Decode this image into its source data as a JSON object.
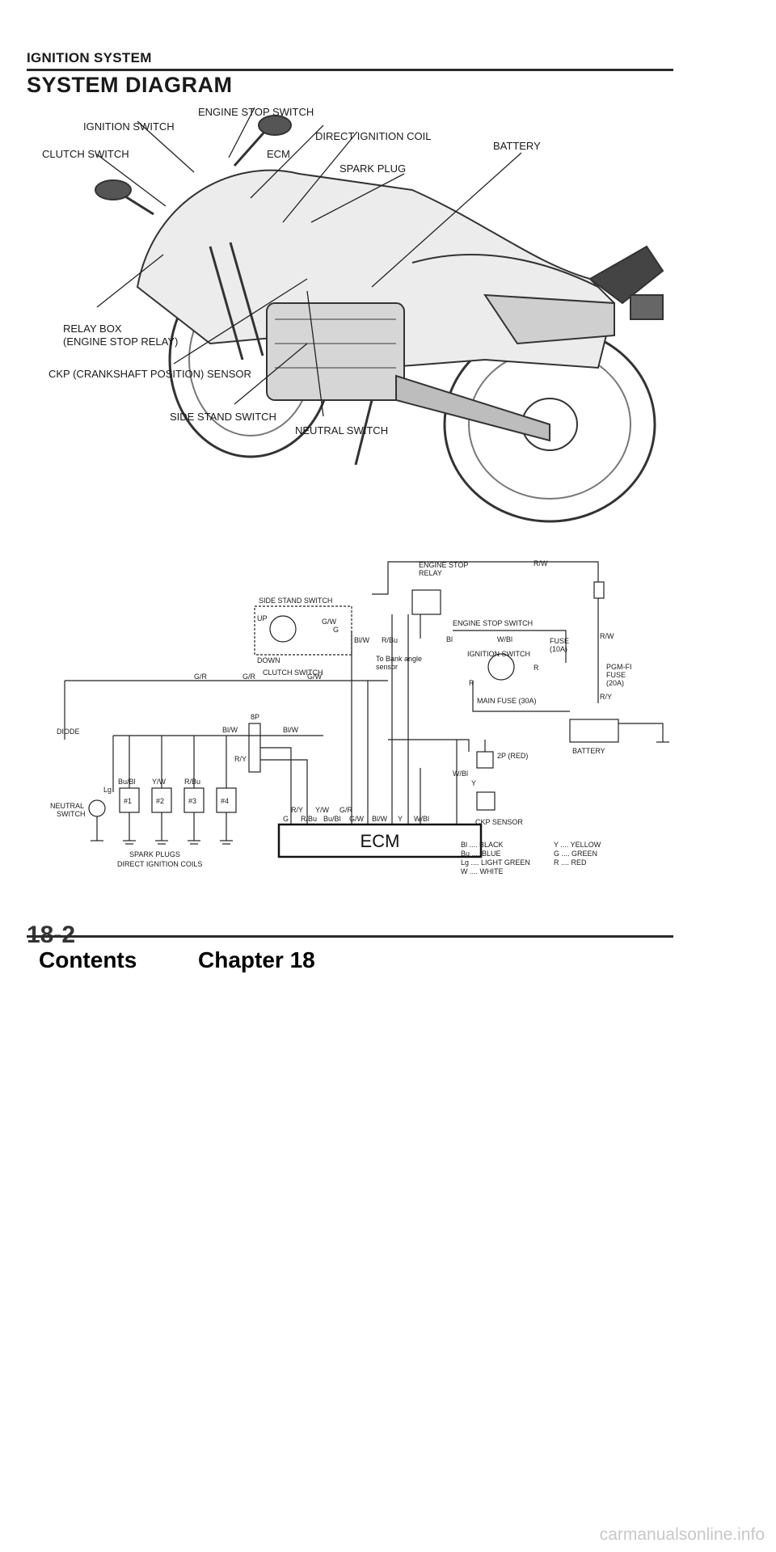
{
  "header": {
    "section": "IGNITION SYSTEM",
    "title": "SYSTEM DIAGRAM"
  },
  "photo_callouts": {
    "engine_stop_switch": "ENGINE STOP SWITCH",
    "ignition_switch": "IGNITION SWITCH",
    "direct_ignition_coil": "DIRECT IGNITION COIL",
    "ecm": "ECM",
    "clutch_switch": "CLUTCH SWITCH",
    "battery": "BATTERY",
    "spark_plug": "SPARK PLUG",
    "relay_box": "RELAY BOX",
    "engine_stop_relay": "(ENGINE STOP RELAY)",
    "ckp_sensor": "CKP (CRANKSHAFT POSITION) SENSOR",
    "side_stand_switch": "SIDE STAND SWITCH",
    "neutral_switch": "NEUTRAL SWITCH"
  },
  "wiring": {
    "engine_stop_relay": [
      "ENGINE STOP",
      "RELAY"
    ],
    "rw": "R/W",
    "side_stand_switch": "SIDE STAND SWITCH",
    "up": "UP",
    "down": "DOWN",
    "gw": "G/W",
    "g": "G",
    "blw": "Bl/W",
    "rbu": "R/Bu",
    "engine_stop_switch": "ENGINE STOP SWITCH",
    "bl": "Bl",
    "wbl": "W/Bl",
    "fuse_10": [
      "FUSE",
      "(10A)"
    ],
    "bank_angle": [
      "To Bank angle",
      "sensor"
    ],
    "ignition_switch": "IGNITION SWITCH",
    "r": "R",
    "pgmfi_fuse": [
      "PGM-FI",
      "FUSE",
      "(20A)"
    ],
    "clutch_switch": "CLUTCH SWITCH",
    "gr": "G/R",
    "ry": "R/Y",
    "main_fuse": "MAIN FUSE (30A)",
    "battery": "BATTERY",
    "diode": "DIODE",
    "connector_8p": "8P",
    "lg": "Lg",
    "neutral_switch": [
      "NEUTRAL",
      "SWITCH"
    ],
    "coil_wires": [
      "Bu/Bl",
      "Y/W",
      "R/Bu"
    ],
    "coils": [
      "#1",
      "#2",
      "#3",
      "#4"
    ],
    "connector_2p": "2P (RED)",
    "ecm_top": [
      "R/Y",
      "Y/W",
      "G/R"
    ],
    "ecm_bottom": [
      "G",
      "R/Bu",
      "Bu/Bl",
      "G/W",
      "Bl/W",
      "Y",
      "W/Bl"
    ],
    "ecm": "ECM",
    "y": "Y",
    "spark_plugs": "SPARK PLUGS",
    "direct_ignition_coils": "DIRECT IGNITION COILS",
    "ckp_sensor": "CKP SENSOR",
    "legend": [
      [
        "Bl .... BLACK",
        "Y .... YELLOW"
      ],
      [
        "Bu .... BLUE",
        "G .... GREEN"
      ],
      [
        "Lg .... LIGHT GREEN",
        "R .... RED"
      ],
      [
        "W .... WHITE",
        ""
      ]
    ]
  },
  "footer": {
    "page_number": "18-2",
    "contents_link": "Contents",
    "chapter_link": "Chapter 18"
  },
  "watermark": "carmanualsonline.info"
}
